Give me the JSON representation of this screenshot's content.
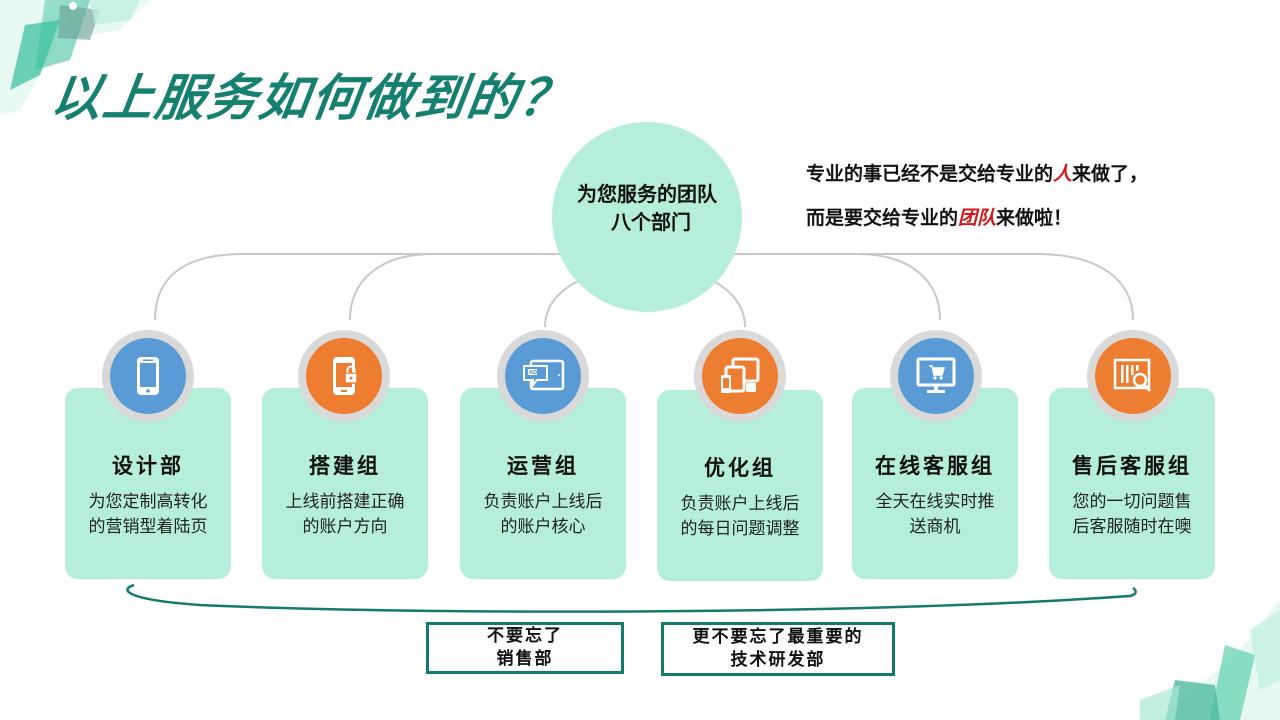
{
  "slide": {
    "title": "以上服务如何做到的？",
    "tagline": {
      "line1_before": "专业的事已经不是交给专业的",
      "line1_highlight": "人",
      "line1_after": "来做了，",
      "line2_before": "而是要交给专业的",
      "line2_highlight": "团队",
      "line2_after": "来做啦！"
    },
    "hub": {
      "line1": "为您服务的团队",
      "line2": "八个部门"
    },
    "departments": [
      {
        "name": "设计部",
        "desc1": "为您定制高转化",
        "desc2": "的营销型着陆页",
        "icon": "smartphone-icon",
        "color": "#5b9bd5"
      },
      {
        "name": "搭建组",
        "desc1": "上线前搭建正确",
        "desc2": "的账户方向",
        "icon": "phone-lock-icon",
        "color": "#ed7d31"
      },
      {
        "name": "运营组",
        "desc1": "负责账户上线后",
        "desc2": "的账户核心",
        "icon": "tablet-ad-icon",
        "color": "#5b9bd5"
      },
      {
        "name": "优化组",
        "desc1": "负责账户上线后",
        "desc2": "的每日问题调整",
        "icon": "multi-device-icon",
        "color": "#ed7d31"
      },
      {
        "name": "在线客服组",
        "desc1": "全天在线实时推",
        "desc2": "送商机",
        "icon": "monitor-cart-icon",
        "color": "#5b9bd5"
      },
      {
        "name": "售后客服组",
        "desc1": "您的一切问题售",
        "desc2": "后客服随时在噢",
        "icon": "barcode-search-icon",
        "color": "#ed7d31"
      }
    ],
    "notes": [
      {
        "line1": "不要忘了",
        "line2": "销售部"
      },
      {
        "line1": "更不要忘了最重要的",
        "line2": "技术研发部"
      }
    ],
    "colors": {
      "title": "#15806f",
      "mint": "#b5eed9",
      "blue": "#5b9bd5",
      "orange": "#ed7d31",
      "highlight": "#d01818",
      "teal_border": "#157a6e"
    }
  }
}
